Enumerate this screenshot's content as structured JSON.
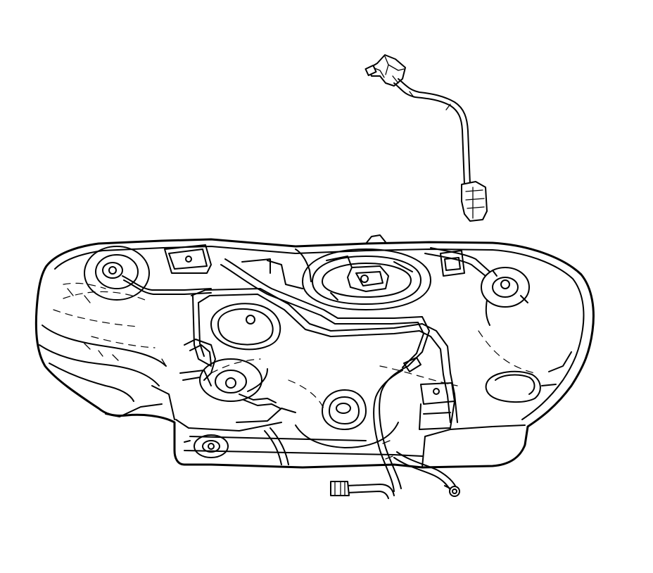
{
  "figure": {
    "background_color": "#ffffff",
    "line_color": "#000000",
    "style": "black-and-white line drawing"
  },
  "parts": [
    {
      "name": "fuel-tank",
      "icon": "fuel-tank-icon"
    },
    {
      "name": "upper-wiring-harness",
      "icon": "wiring-harness-icon"
    },
    {
      "name": "lower-fuel-line-and-harness",
      "icon": "fuel-line-icon"
    },
    {
      "name": "fuel-pump-module",
      "icon": "fuel-pump-icon"
    }
  ]
}
